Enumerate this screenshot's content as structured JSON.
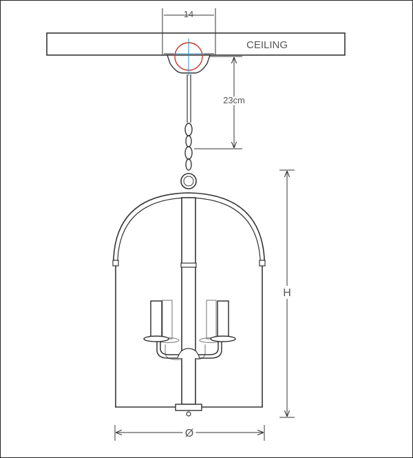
{
  "ceiling": {
    "label": "CEILING"
  },
  "dimensions": {
    "canopy_width": "14",
    "drop": "23cm",
    "height": "H",
    "diameter": "Ø"
  },
  "colors": {
    "line": "#333333",
    "dimension": "#555555",
    "accent_red": "#c0392b",
    "accent_blue": "#2a8fc8"
  }
}
